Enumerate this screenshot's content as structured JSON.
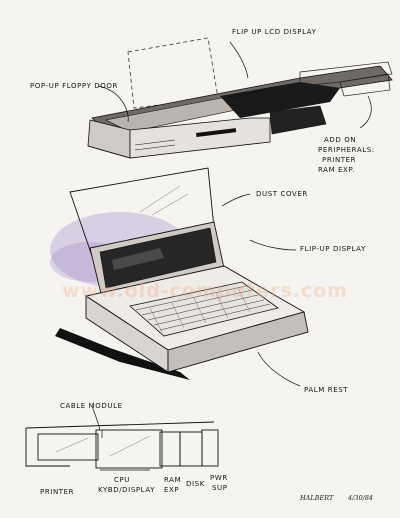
{
  "labels": {
    "flip_up_lcd": "FLIP UP LCD DISPLAY",
    "pop_up_floppy": "POP-UP FLOPPY DOOR",
    "add_on_1": "ADD ON",
    "add_on_2": "PERIPHERALS:",
    "add_on_3": "PRINTER",
    "add_on_4": "RAM EXP.",
    "dust_cover": "DUST COVER",
    "flip_up_display": "FLIP-UP DISPLAY",
    "palm_rest": "PALM REST",
    "cable_module": "CABLE MODULE",
    "printer": "PRINTER",
    "cpu_1": "CPU",
    "cpu_2": "KYBD/DISPLAY",
    "ram_1": "RAM",
    "ram_2": "EXP",
    "disk": "DISK",
    "pwr_1": "PWR",
    "pwr_2": "SUP"
  },
  "signature": {
    "name": "HALBERT",
    "date": "4/30/84"
  },
  "watermark": "www.old-computers.com",
  "colors": {
    "ink": "#141414",
    "marker_gray": "#8f8b88",
    "violet_wash": "#9a86c8",
    "paper": "#f6f4f1"
  }
}
